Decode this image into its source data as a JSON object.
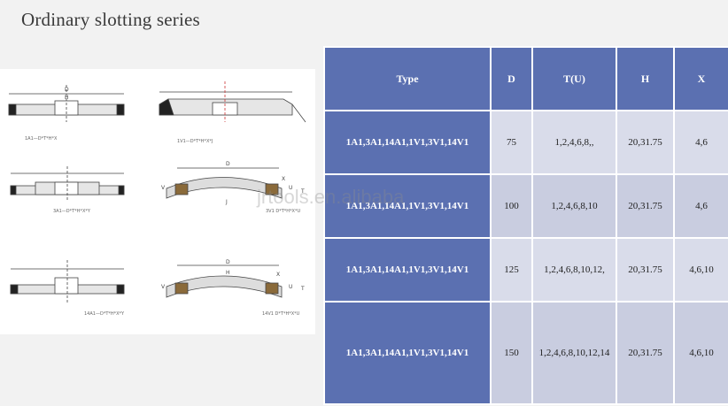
{
  "title": "Ordinary slotting series",
  "watermark": "jrtools.en.alibaba",
  "drawings": {
    "captions": [
      "1A1—D*T*H*X",
      "1V1—D*T*H*X*J",
      "3A1—D*T*H*X*Y",
      "3V1 D*T*H*X*U",
      "14A1—D*T*H*X*Y",
      "14V1 D*T*H*X*U"
    ],
    "labels": [
      "D",
      "H",
      "X",
      "T",
      "J",
      "U",
      "V"
    ]
  },
  "table": {
    "headers": [
      "Type",
      "D",
      "T(U)",
      "H",
      "X"
    ],
    "rows": [
      [
        "1A1,3A1,14A1,1V1,3V1,14V1",
        "75",
        "1,2,4,6,8,,",
        "20,31.75",
        "4,6"
      ],
      [
        "1A1,3A1,14A1,1V1,3V1,14V1",
        "100",
        "1,2,4,6,8,10",
        "20,31.75",
        "4,6"
      ],
      [
        "1A1,3A1,14A1,1V1,3V1,14V1",
        "125",
        "1,2,4,6,8,10,12,",
        "20,31.75",
        "4,6,10"
      ],
      [
        "1A1,3A1,14A1,1V1,3V1,14V1",
        "150",
        "1,2,4,6,8,10,12,14",
        "20,31.75",
        "4,6,10"
      ]
    ]
  },
  "colors": {
    "header": "#5b70b1",
    "cell": "#d9dcea",
    "background": "#f2f2f2"
  }
}
